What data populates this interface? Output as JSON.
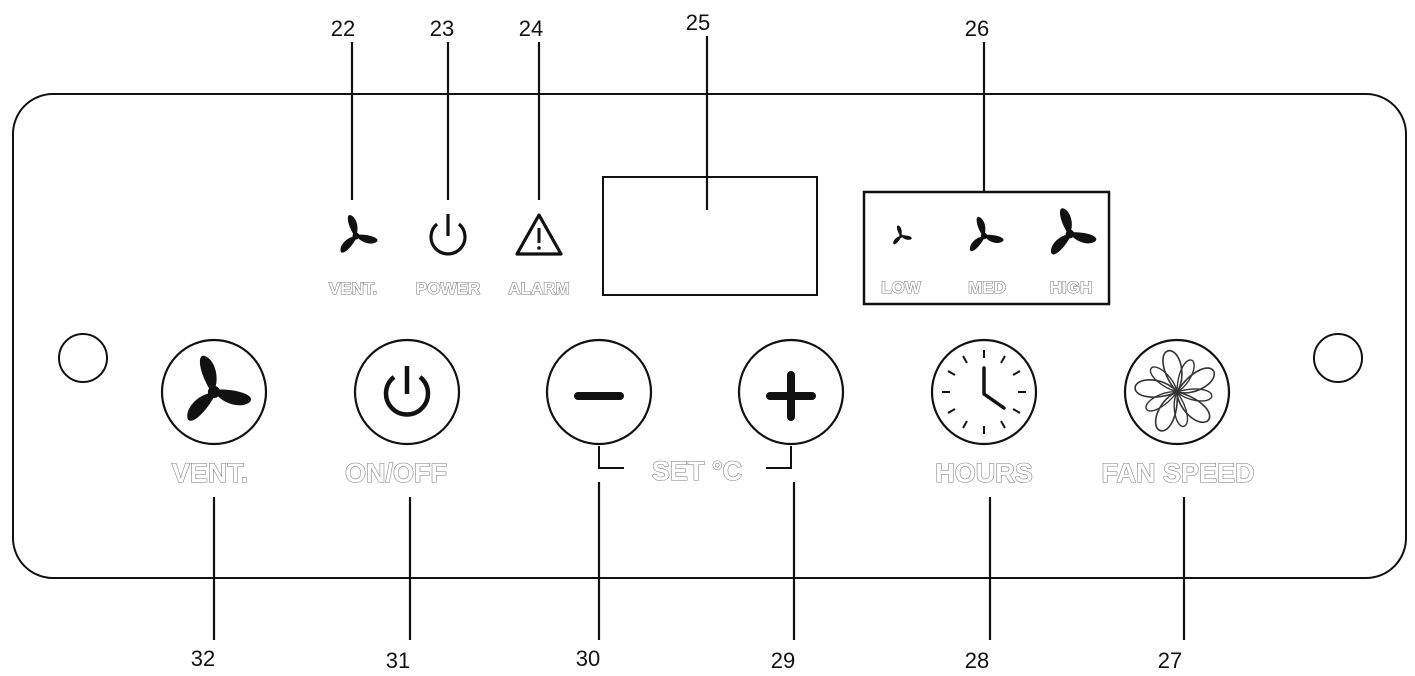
{
  "callouts": {
    "vent_indicator": "22",
    "power_indicator": "23",
    "alarm_indicator": "24",
    "display": "25",
    "fan_speed_indicators": "26",
    "fan_speed_button": "27",
    "hours_button": "28",
    "plus_button": "29",
    "minus_button": "30",
    "onoff_button": "31",
    "vent_button": "32"
  },
  "indicators": {
    "vent_label": "VENT.",
    "power_label": "POWER",
    "alarm_label": "ALARM",
    "low_label": "LOW",
    "med_label": "MED",
    "high_label": "HIGH"
  },
  "buttons": {
    "vent_label": "VENT.",
    "onoff_label": "ON/OFF",
    "set_label": "SET °C",
    "hours_label": "HOURS",
    "fan_speed_label": "FAN SPEED"
  },
  "icons": {
    "vent": "fan-icon",
    "power": "power-icon",
    "alarm": "warning-triangle-icon",
    "minus": "minus-icon",
    "plus": "plus-icon",
    "hours": "clock-icon",
    "fan_speed": "fan-speed-icon"
  },
  "colors": {
    "ink": "#111111",
    "label_outline": "#7a7a7a"
  }
}
